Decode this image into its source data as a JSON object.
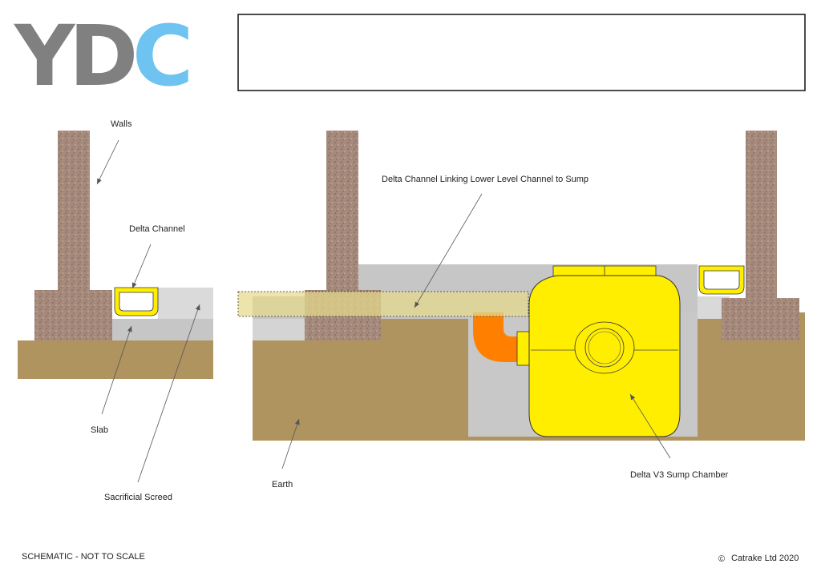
{
  "logo": {
    "letters": [
      "Y",
      "D",
      "C"
    ],
    "color_grey": "#808080",
    "color_blue": "#6ec3f0"
  },
  "title_box": {
    "text": ""
  },
  "labels": {
    "walls": "Walls",
    "delta_channel": "Delta Channel",
    "slab": "Slab",
    "sacrificial_screed": "Sacrificial Screed",
    "linking_channel": "Delta Channel Linking Lower  Level Channel to Sump",
    "earth": "Earth",
    "sump_chamber": "Delta V3 Sump Chamber"
  },
  "footer": {
    "note": "SCHEMATIC - NOT TO SCALE",
    "copyright_symbol": "©",
    "copyright": "Catrake Ltd 2020"
  },
  "colors": {
    "earth": "#b09460",
    "wall": "#a3887a",
    "screed_light": "#d9d9d9",
    "slab_grey": "#c6c6c6",
    "sump_yellow": "#ffee00",
    "pipe_orange": "#ff7f00",
    "channel_translucent": "#e6d98a"
  }
}
